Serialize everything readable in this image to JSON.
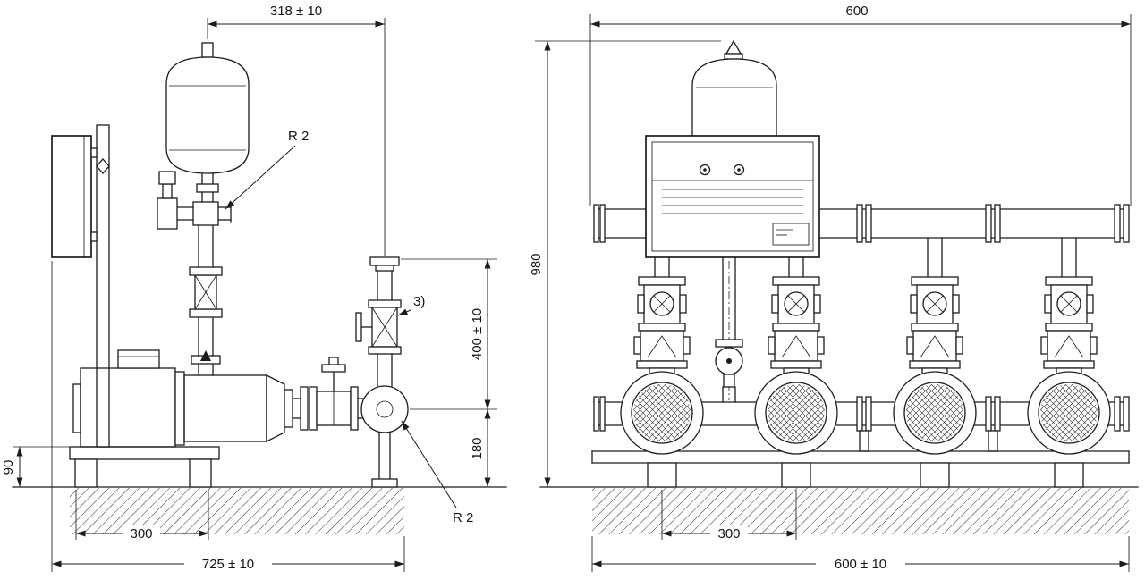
{
  "drawing": {
    "background": "#ffffff",
    "line_color": "#1c1c1c",
    "views": {
      "side_view": {
        "dimensions": {
          "vessel_to_pipe": "318 ± 10",
          "pipe_height": "400 ± 10",
          "manifold_height": "180",
          "frame_height": "90",
          "foot_spacing": "300",
          "overall_width": "725 ± 10"
        },
        "labels": {
          "connection_top": "R 2",
          "connection_bottom": "R 2",
          "note": "3)"
        }
      },
      "front_view": {
        "dimensions": {
          "manifold_length": "600",
          "overall_height": "980",
          "pump_spacing": "300",
          "base_width": "600 ± 10"
        }
      }
    }
  }
}
